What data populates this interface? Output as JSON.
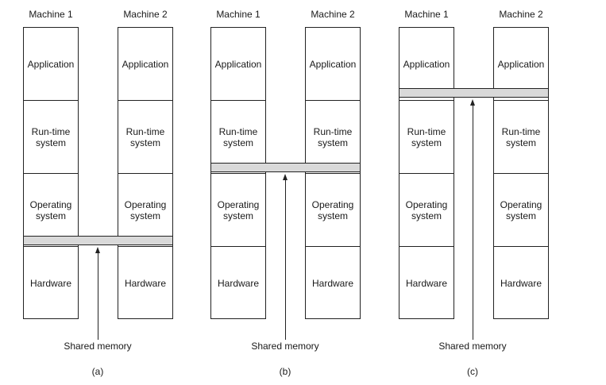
{
  "machine_labels": [
    "Machine 1",
    "Machine 2"
  ],
  "layers": [
    "Application",
    "Run-time\nsystem",
    "Operating\nsystem",
    "Hardware"
  ],
  "shared_memory_label": "Shared memory",
  "panels": [
    {
      "caption": "(a)",
      "shared_between": [
        "Operating system",
        "Hardware"
      ]
    },
    {
      "caption": "(b)",
      "shared_between": [
        "Run-time system",
        "Operating system"
      ]
    },
    {
      "caption": "(c)",
      "shared_between": [
        "Application",
        "Run-time system"
      ]
    }
  ]
}
